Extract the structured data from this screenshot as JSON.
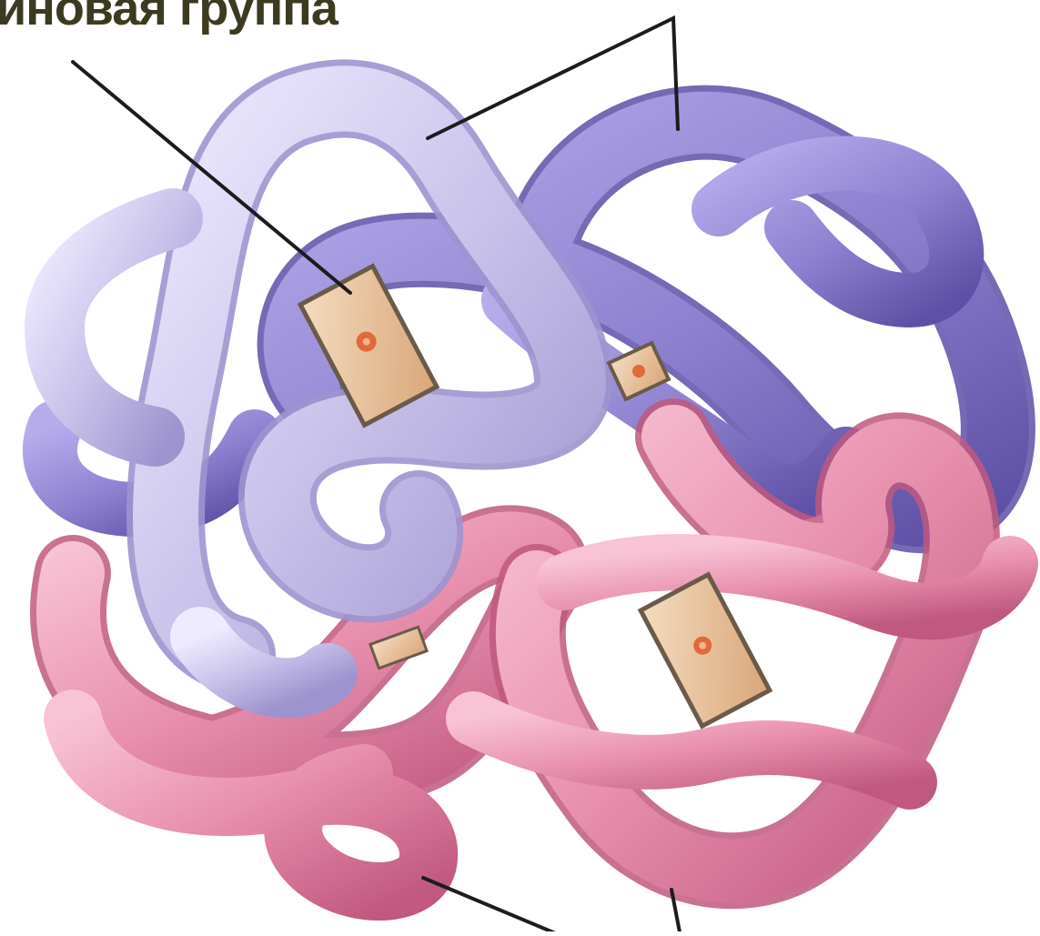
{
  "caption": {
    "top_left": "иновая группа"
  },
  "colors": {
    "lavender_chain": "#c9c2ea",
    "lavender_shade": "#9d93cf",
    "violet_chain": "#8d80cf",
    "violet_shade": "#6a5cb2",
    "pink_chain": "#e88fad",
    "pink_shade": "#c65f86",
    "heme": "#e8c29a",
    "heme_center": "#e06a3a",
    "leader_line": "#1c1c1c"
  },
  "parts": [
    {
      "id": "alpha-lavender",
      "icon": "tube-chain"
    },
    {
      "id": "alpha-violet",
      "icon": "tube-chain"
    },
    {
      "id": "beta-pink-left",
      "icon": "tube-chain"
    },
    {
      "id": "beta-pink-right",
      "icon": "tube-chain"
    },
    {
      "id": "heme-group",
      "icon": "heme-plate"
    }
  ]
}
